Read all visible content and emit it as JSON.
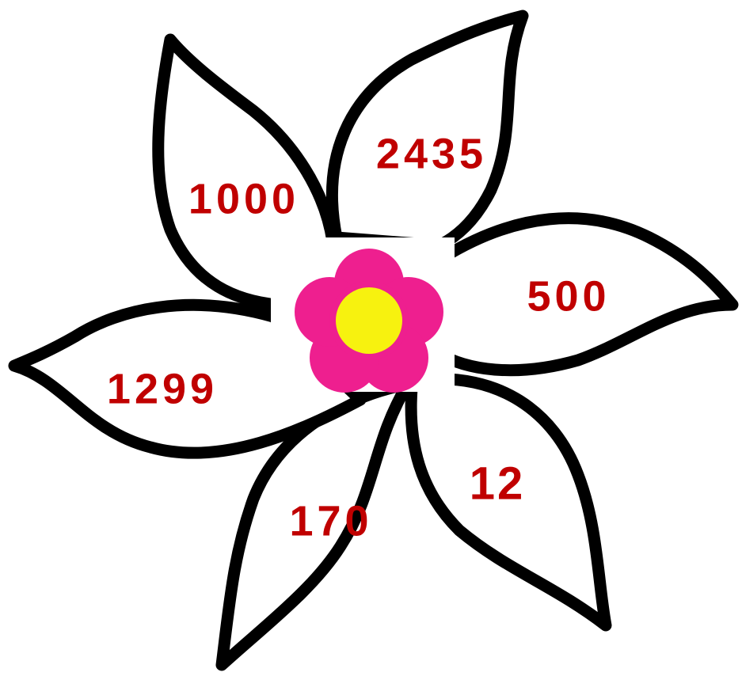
{
  "petals": [
    {
      "id": "top",
      "number": "2435"
    },
    {
      "id": "right",
      "number": "500"
    },
    {
      "id": "lower-right",
      "number": "12"
    },
    {
      "id": "bottom",
      "number": "170"
    },
    {
      "id": "left",
      "number": "1299"
    },
    {
      "id": "upper-left",
      "number": "1000"
    }
  ],
  "colors": {
    "number_text": "#c00000",
    "petal_outline": "#000000",
    "center_flower_petals": "#ee1f8f",
    "center_flower_core": "#f7f20f"
  },
  "icons": {
    "center": "pink-flower-icon"
  }
}
